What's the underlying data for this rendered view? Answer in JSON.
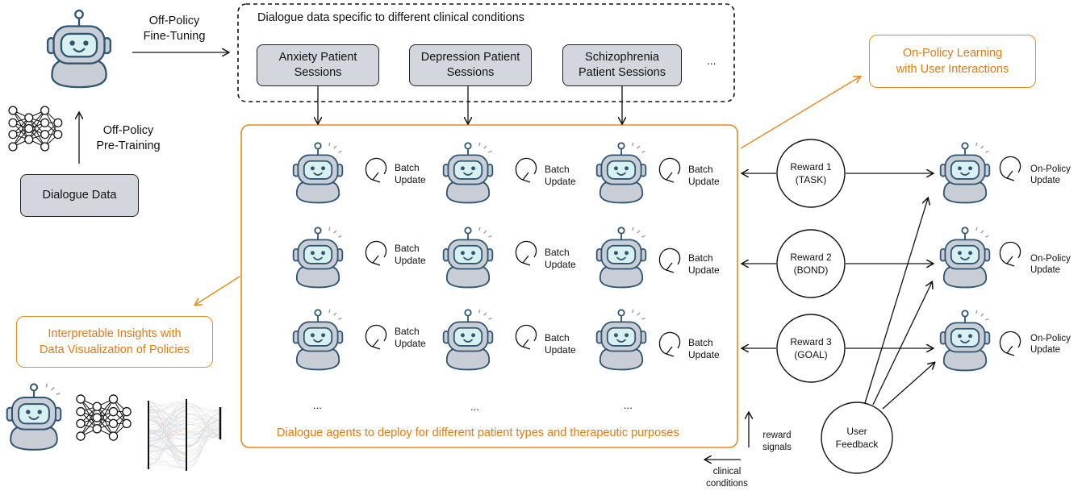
{
  "top": {
    "offpolicy_finetune": [
      "Off-Policy",
      "Fine-Tuning"
    ],
    "dialogue_specific_title": "Dialogue data specific to different clinical conditions",
    "sessions": [
      [
        "Anxiety Patient",
        "Sessions"
      ],
      [
        "Depression Patient",
        "Sessions"
      ],
      [
        "Schizophrenia",
        "Patient Sessions"
      ]
    ],
    "sessions_more": "..."
  },
  "left": {
    "offpolicy_pretrain": [
      "Off-Policy",
      "Pre-Training"
    ],
    "dialogue_data": "Dialogue Data",
    "insights": [
      "Interpretable Insights with",
      "Data Visualization of Policies"
    ]
  },
  "center": {
    "batch_update": [
      "Batch",
      "Update"
    ],
    "more": "...",
    "caption": "Dialogue agents to deploy for different patient types and therapeutic purposes"
  },
  "right": {
    "onpolicy_learning": [
      "On-Policy Learning",
      "with User Interactions"
    ],
    "rewards": [
      [
        "Reward 1",
        "(TASK)"
      ],
      [
        "Reward 2",
        "(BOND)"
      ],
      [
        "Reward 3",
        "(GOAL)"
      ]
    ],
    "onpolicy_update": [
      "On-Policy",
      "Update"
    ],
    "user_feedback": [
      "User",
      "Feedback"
    ],
    "reward_signals": [
      "reward",
      "signals"
    ],
    "clinical_conditions": [
      "clinical",
      "conditions"
    ]
  },
  "colors": {
    "orange": "#e88a1a",
    "gray_box": "#d3d6dc",
    "robot_face": "#d8f0ef",
    "robot_body": "#c9ced6",
    "robot_outline": "#2e5573"
  }
}
